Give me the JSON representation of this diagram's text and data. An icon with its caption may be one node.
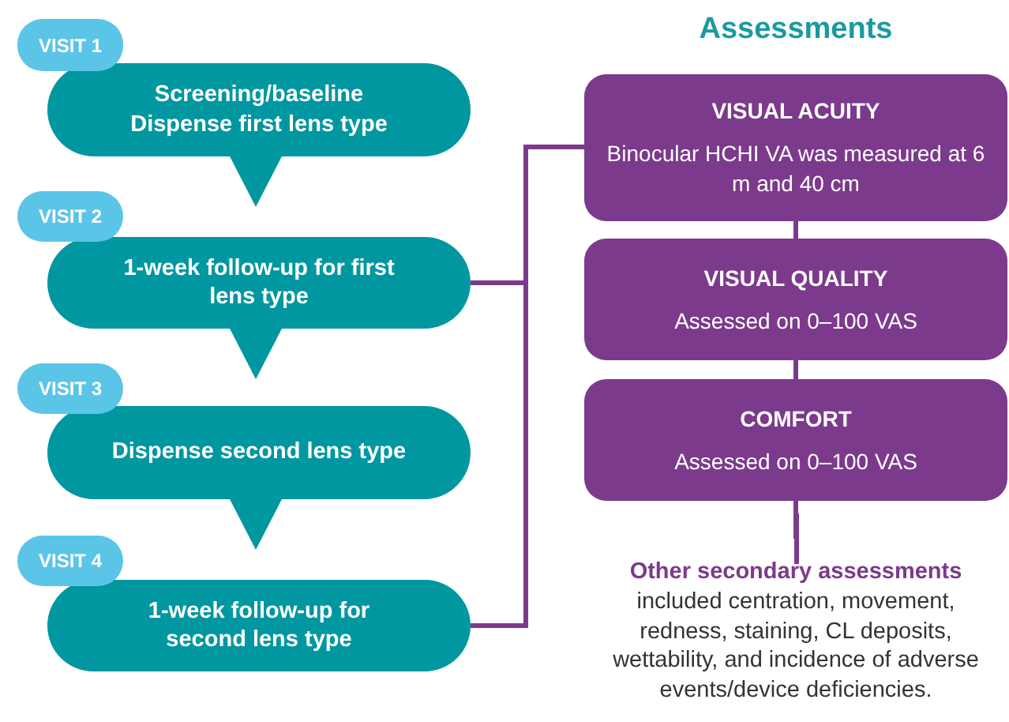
{
  "diagram": {
    "nodes": [
      {
        "text": [
          "VISIT 1"
        ]
      },
      {
        "text": [
          "Screening/baseline Dispense first lens type"
        ]
      },
      {
        "text": [
          "VISIT 2"
        ]
      },
      {
        "text": [
          "1-week follow-up for first lens type"
        ]
      },
      {
        "text": [
          "VISIT 3"
        ]
      },
      {
        "text": [
          "Dispense second lens type"
        ]
      },
      {
        "text": [
          "VISIT 4"
        ]
      },
      {
        "text": [
          "1-week follow-up for second lens type"
        ]
      },
      {
        "text": [
          "VISUAL ACUITY",
          "Binocular HCHI VA was measured at 6 m and 40 cm"
        ]
      },
      {
        "text": [
          "VISUAL QUALITY",
          "Assessed on 0–100 VAS"
        ]
      },
      {
        "text": [
          "COMFORT",
          "Assessed on 0–100 VAS"
        ]
      },
      {
        "text": [
          "Other secondary assessments",
          "included centration, movement, redness, staining, CL deposits, wettability, and incidence of adverse events/device deficiencies."
        ]
      }
    ],
    "edges": [
      {
        "from": 1,
        "to": 3,
        "arrow": "to"
      },
      {
        "from": 3,
        "to": 5,
        "arrow": "to"
      },
      {
        "from": 5,
        "to": 7,
        "arrow": "to"
      },
      {
        "from": 3,
        "to": 8,
        "arrow": "none"
      },
      {
        "from": 7,
        "to": 8,
        "arrow": "none"
      },
      {
        "from": 8,
        "to": 9,
        "arrow": "none"
      },
      {
        "from": 9,
        "to": 10,
        "arrow": "none"
      },
      {
        "from": 10,
        "to": 11,
        "arrow": "other"
      }
    ],
    "labels": [
      "Assessments"
    ]
  }
}
